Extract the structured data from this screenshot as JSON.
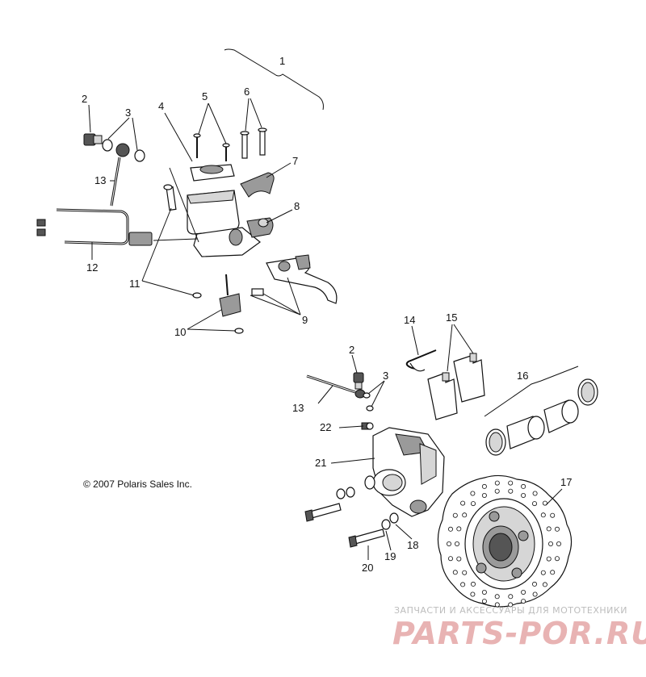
{
  "labels": [
    {
      "id": "1",
      "text": "1"
    },
    {
      "id": "2a",
      "text": "2"
    },
    {
      "id": "3a",
      "text": "3"
    },
    {
      "id": "4",
      "text": "4"
    },
    {
      "id": "5",
      "text": "5"
    },
    {
      "id": "6",
      "text": "6"
    },
    {
      "id": "7",
      "text": "7"
    },
    {
      "id": "8",
      "text": "8"
    },
    {
      "id": "9",
      "text": "9"
    },
    {
      "id": "10",
      "text": "10"
    },
    {
      "id": "11",
      "text": "11"
    },
    {
      "id": "12",
      "text": "12"
    },
    {
      "id": "13a",
      "text": "13"
    },
    {
      "id": "14",
      "text": "14"
    },
    {
      "id": "15",
      "text": "15"
    },
    {
      "id": "16",
      "text": "16"
    },
    {
      "id": "17",
      "text": "17"
    },
    {
      "id": "18",
      "text": "18"
    },
    {
      "id": "19",
      "text": "19"
    },
    {
      "id": "20",
      "text": "20"
    },
    {
      "id": "21",
      "text": "21"
    },
    {
      "id": "22",
      "text": "22"
    },
    {
      "id": "2b",
      "text": "2"
    },
    {
      "id": "3b",
      "text": "3"
    },
    {
      "id": "13b",
      "text": "13"
    }
  ],
  "copyright": "© 2007 Polaris Sales Inc.",
  "watermark": {
    "line1": "ЗАПЧАСТИ И АКСЕССУАРЫ ДЛЯ МОТОТЕХНИКИ",
    "line2": "PARTS-POR.RU"
  }
}
